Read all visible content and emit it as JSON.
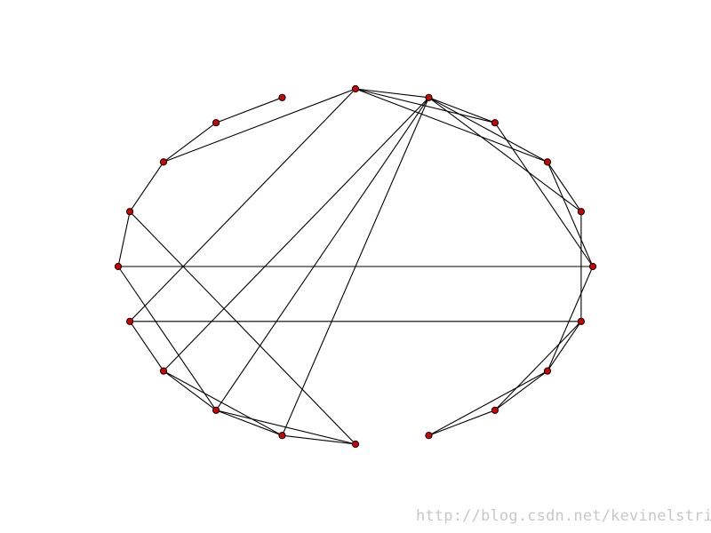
{
  "graph": {
    "node_color": "#d40000",
    "edge_color": "#000000",
    "node_count": 20,
    "edges": [
      [
        0,
        1
      ],
      [
        0,
        2
      ],
      [
        0,
        3
      ],
      [
        0,
        17
      ],
      [
        0,
        14
      ],
      [
        1,
        2
      ],
      [
        1,
        3
      ],
      [
        1,
        4
      ],
      [
        1,
        13
      ],
      [
        1,
        11
      ],
      [
        1,
        12
      ],
      [
        2,
        5
      ],
      [
        3,
        4
      ],
      [
        3,
        5
      ],
      [
        4,
        6
      ],
      [
        5,
        7
      ],
      [
        5,
        15
      ],
      [
        6,
        7
      ],
      [
        6,
        8
      ],
      [
        6,
        14
      ],
      [
        7,
        8
      ],
      [
        7,
        9
      ],
      [
        8,
        9
      ],
      [
        10,
        11
      ],
      [
        10,
        16
      ],
      [
        10,
        12
      ],
      [
        11,
        12
      ],
      [
        11,
        13
      ],
      [
        12,
        13
      ],
      [
        12,
        15
      ],
      [
        13,
        14
      ],
      [
        15,
        16
      ],
      [
        16,
        17
      ],
      [
        17,
        18
      ],
      [
        18,
        19
      ]
    ]
  },
  "watermark": {
    "text": "http://blog.csdn.net/kevinelstri"
  }
}
